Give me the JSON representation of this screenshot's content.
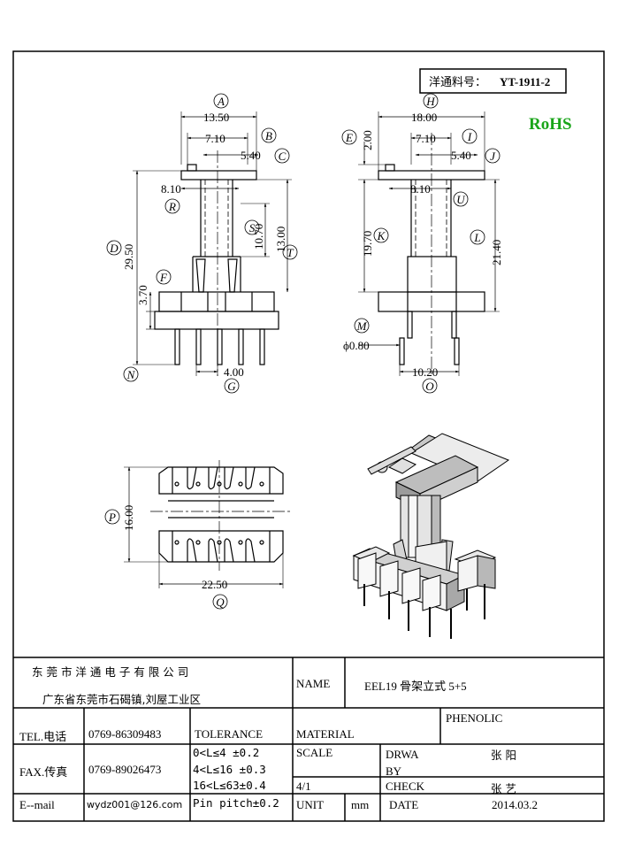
{
  "part_code": {
    "label": "洋通料号：",
    "value": "YT-1911-2"
  },
  "rohs": "RoHS",
  "front_view": {
    "dims": {
      "a": "13.50",
      "b": "7.10",
      "c": "5.40",
      "r": "8.10",
      "s": "10.70",
      "t": "13.00",
      "d": "29.50",
      "f": "3.70",
      "g": "4.00"
    },
    "letters": {
      "a": "A",
      "b": "B",
      "c": "C",
      "r": "R",
      "s": "S",
      "t": "T",
      "d": "D",
      "f": "F",
      "n": "N",
      "g": "G"
    }
  },
  "side_view": {
    "dims": {
      "h": "18.00",
      "i": "7.10",
      "j": "5.40",
      "e": "2.00",
      "u": "8.10",
      "k": "19.70",
      "l": "21.40",
      "m": "ϕ0.80",
      "o": "10.20"
    },
    "letters": {
      "h": "H",
      "i": "I",
      "j": "J",
      "e": "E",
      "u": "U",
      "k": "K",
      "l": "L",
      "m": "M",
      "o": "O"
    }
  },
  "bottom_view": {
    "dims": {
      "p": "16.00",
      "q": "22.50"
    },
    "letters": {
      "p": "P",
      "q": "Q"
    }
  },
  "title_block": {
    "company_name": "东 莞 市 洋 通 电 子 有 限 公 司",
    "company_address": "广东省东莞市石碣镇,刘屋工业区",
    "name_label": "NAME",
    "name_value": "EEL19 骨架立式 5+5",
    "tel_label": "TEL.电话",
    "tel_value": "0769-86309483",
    "tolerance_label": "TOLERANCE",
    "material_label": "MATERIAL",
    "material_value": "PHENOLIC",
    "fax_label": "FAX.传真",
    "fax_value": "0769-89026473",
    "tolerance_rows": [
      "0<L≤4  ±0.2",
      "4<L≤16 ±0.3",
      "16<L≤63±0.4",
      "Pin pitch±0.2"
    ],
    "scale_label": "SCALE",
    "scale_value": "4/1",
    "drawn_label": "DRWA BY",
    "drawn_value": "张 阳",
    "check_label": "CHECK",
    "check_value": "张 艺",
    "email_label": "E--mail",
    "email_value": "wydz001@126.com",
    "unit_label": "UNIT",
    "unit_value": "mm",
    "date_label": "DATE",
    "date_value": "2014.03.2"
  }
}
